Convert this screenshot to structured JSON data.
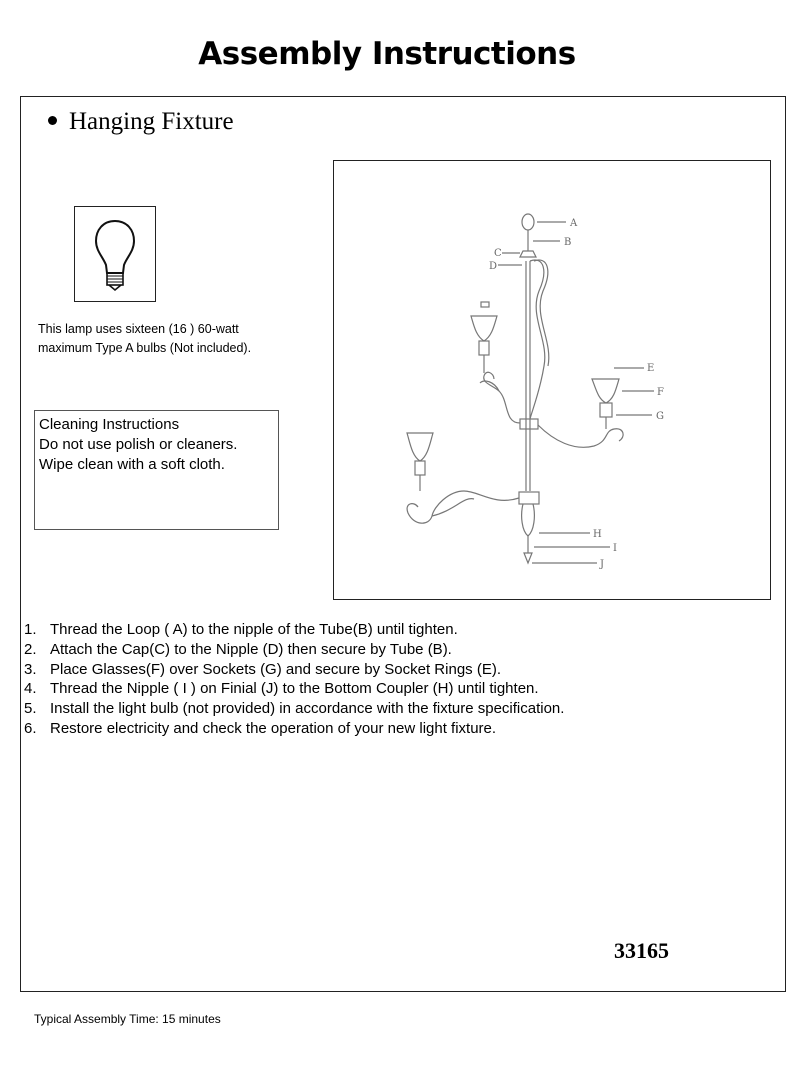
{
  "title": "Assembly Instructions",
  "section": {
    "heading": "Hanging Fixture"
  },
  "bulb": {
    "icon": "light-bulb-icon",
    "note_line1": "This lamp uses sixteen (16 ) 60-watt",
    "note_line2": "maximum Type A bulbs (Not included)."
  },
  "cleaning": {
    "title": "Cleaning Instructions",
    "line1": "Do not use polish or cleaners.",
    "line2": "Wipe clean with a soft cloth."
  },
  "diagram": {
    "labels": {
      "A": "A",
      "B": "B",
      "C": "C",
      "D": "D",
      "E": "E",
      "F": "F",
      "G": "G",
      "H": "H",
      "I": "I",
      "J": "J"
    }
  },
  "steps": [
    {
      "num": "1.",
      "text": "Thread the Loop ( A) to the nipple of the Tube(B) until tighten."
    },
    {
      "num": "2.",
      "text": "Attach the  Cap(C) to the Nipple (D) then secure by Tube (B)."
    },
    {
      "num": "3.",
      "text": "Place Glasses(F) over Sockets (G) and secure by Socket Rings (E)."
    },
    {
      "num": "4.",
      "text": "Thread the Nipple ( I ) on  Finial  (J) to the Bottom Coupler (H)  until tighten."
    },
    {
      "num": "5.",
      "text": "Install the light bulb (not provided) in accordance with the fixture specification."
    },
    {
      "num": "6.",
      "text": "Restore electricity and check the operation of your new light fixture."
    }
  ],
  "model_number": "33165",
  "footer": "Typical Assembly Time:  15 minutes"
}
